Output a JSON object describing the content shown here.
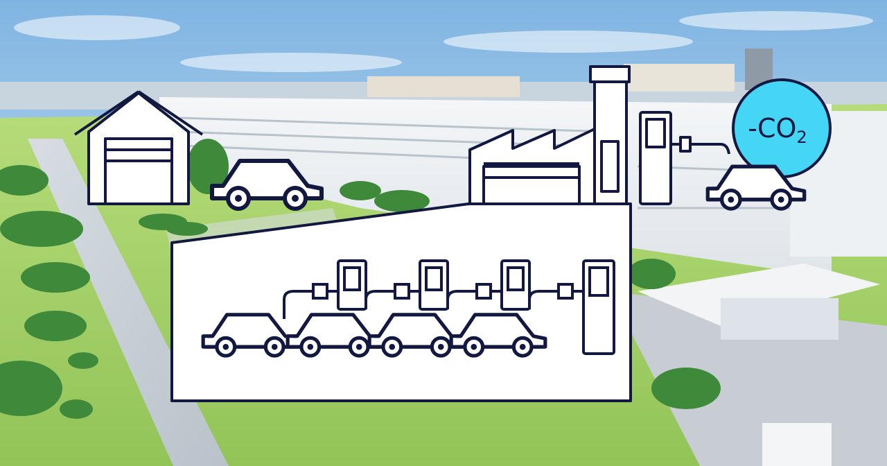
{
  "scene": {
    "badge": {
      "prefix": "-CO",
      "subscript": "2",
      "color": "#45d6f5"
    },
    "icon_color": "#12183f",
    "icons": [
      "garage-icon",
      "car-icon",
      "factory-icon",
      "charging-station-icon",
      "electric-car-icon",
      "co2-badge-icon",
      "factory-floor-panel",
      "charging-row-icon"
    ]
  }
}
